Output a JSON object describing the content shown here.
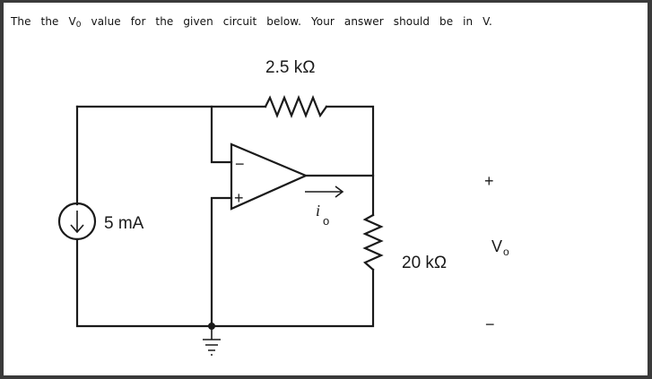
{
  "question": {
    "prefix": "The  the ",
    "var_main": "V",
    "var_sub": "0",
    "suffix": "  value  for  the  given  circuit  below.  Your  answer  should  be  in  V."
  },
  "circuit": {
    "r_feedback_label": "2.5 kΩ",
    "r_load_label": "20 kΩ",
    "source_label": "5 mA",
    "opamp_minus": "−",
    "opamp_plus": "+",
    "current_label": "i",
    "current_sub": "o",
    "vo_plus": "+",
    "vo_main": "V",
    "vo_sub": "o",
    "vo_minus": "−"
  }
}
